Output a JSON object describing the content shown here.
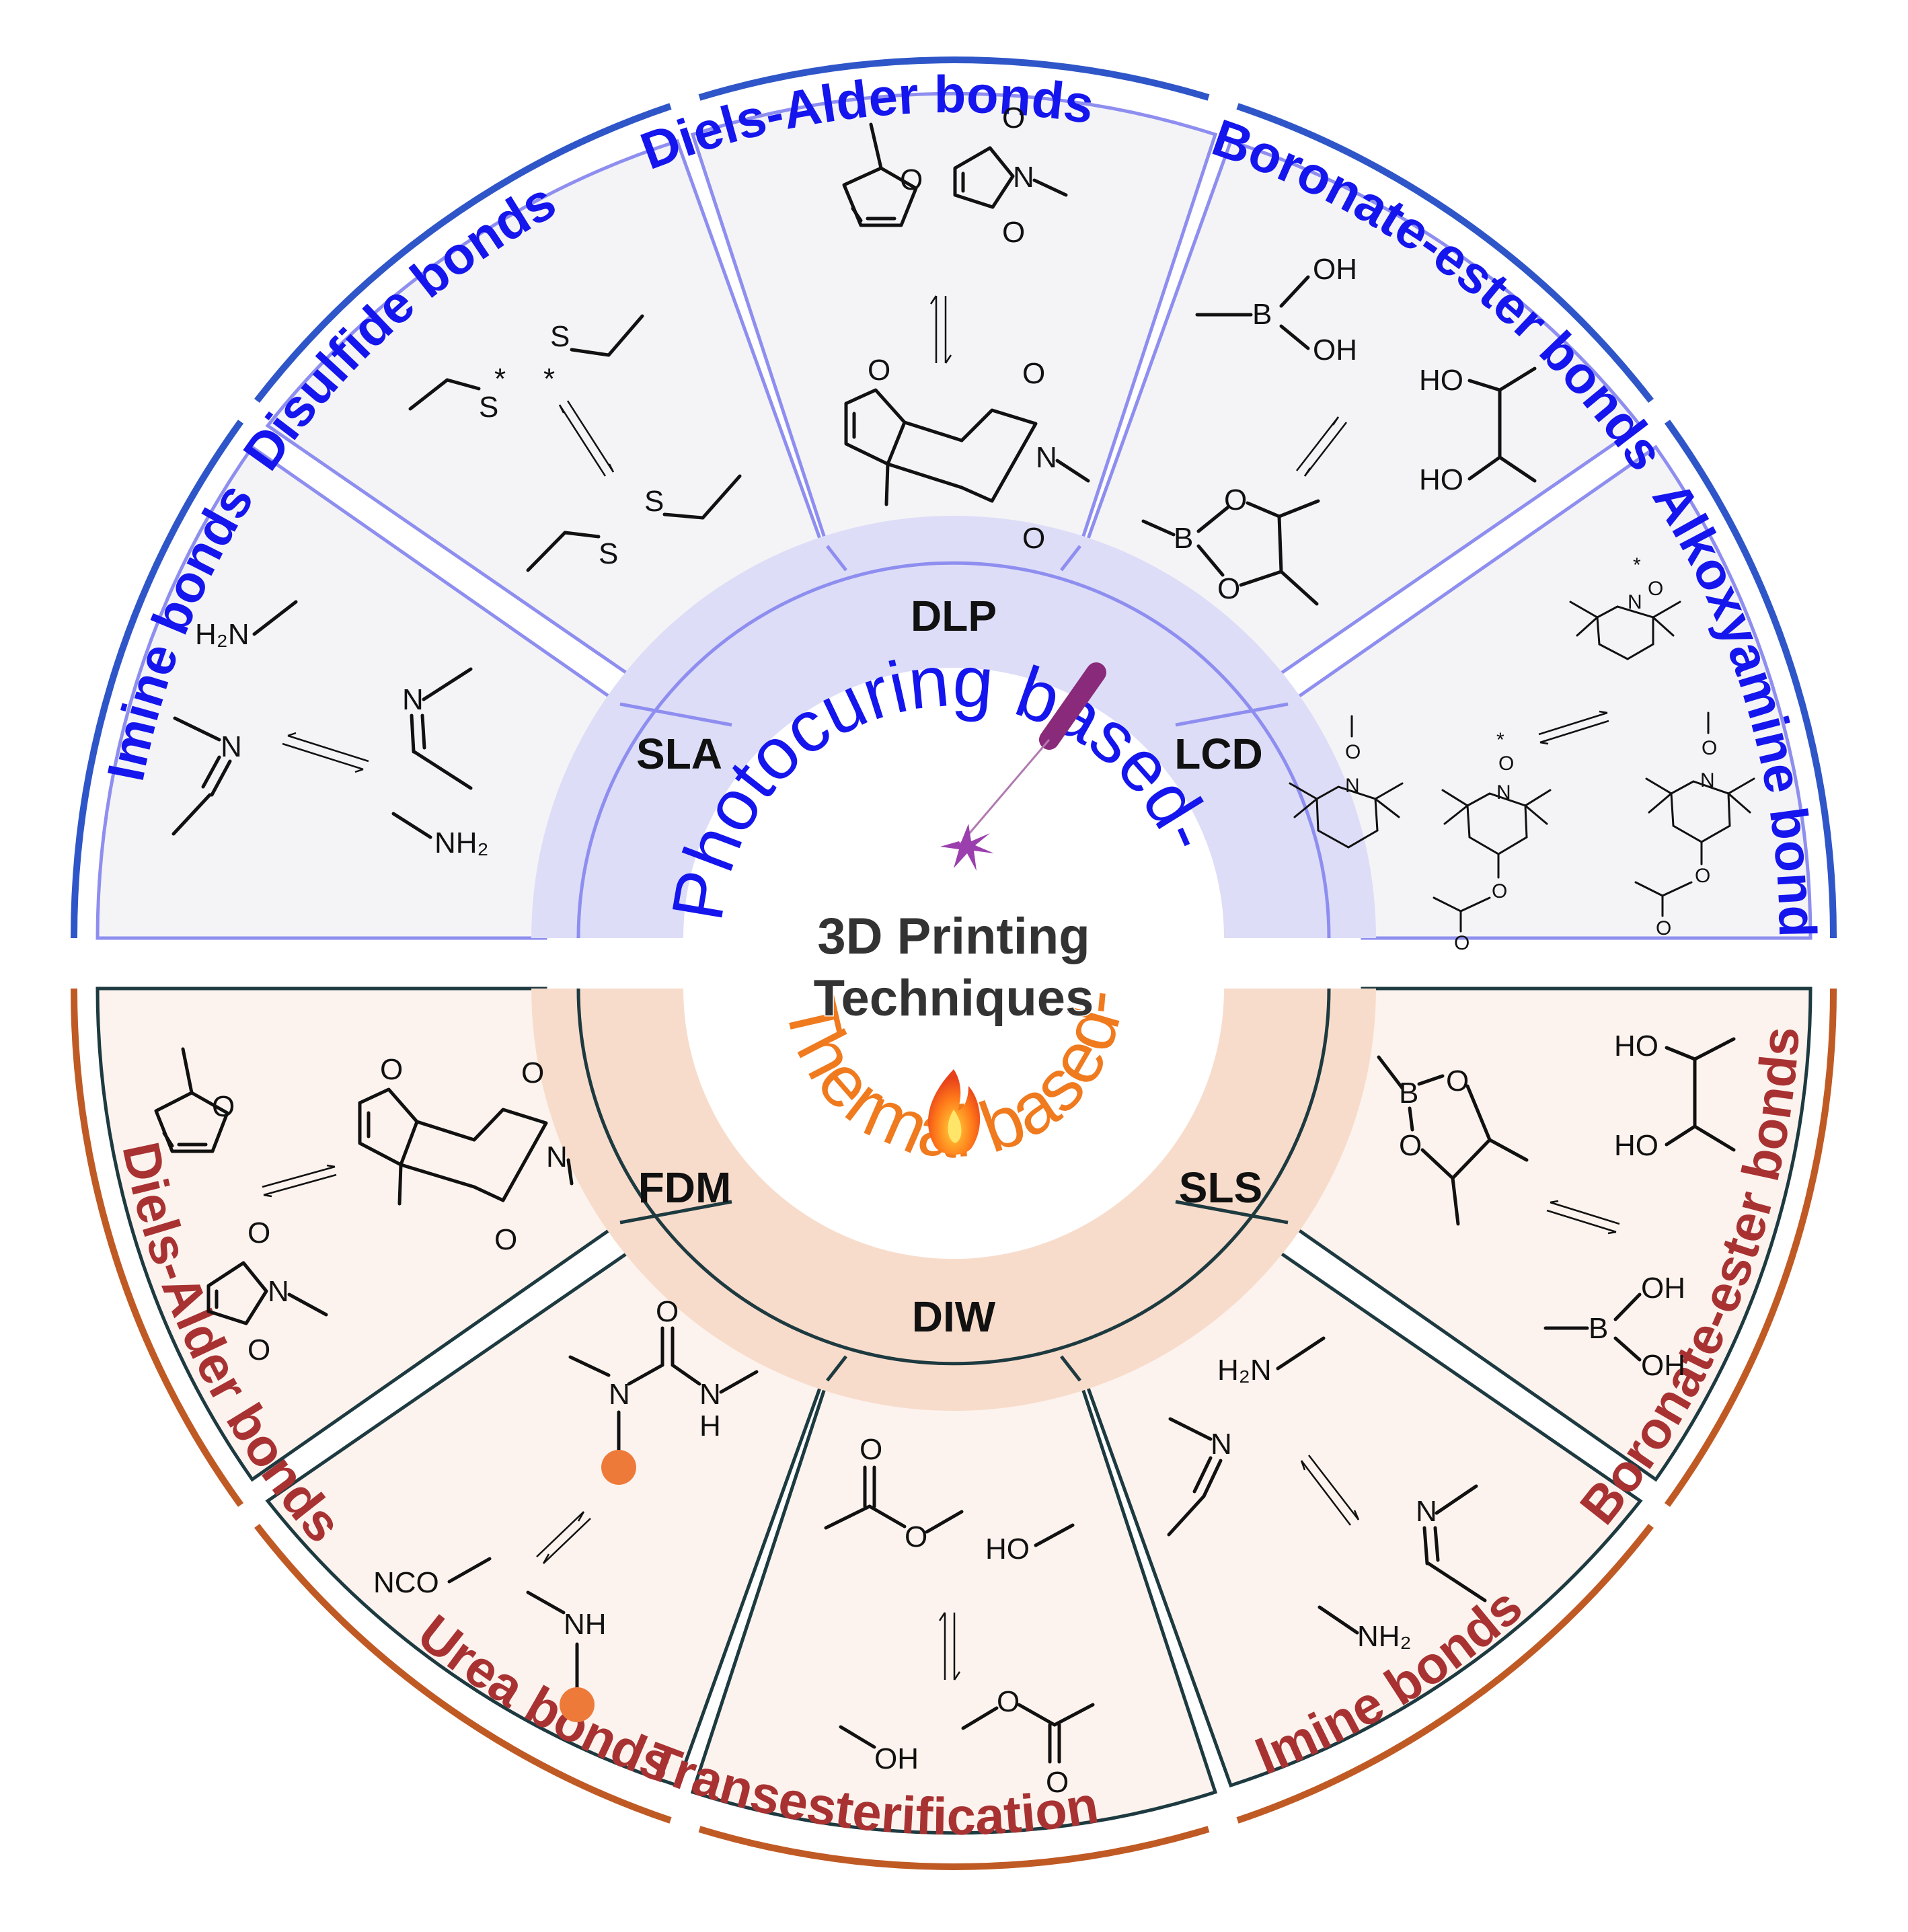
{
  "hub": {
    "line1": "3D Printing",
    "line2": "Techniques"
  },
  "photo": {
    "label": "Photocuring based-",
    "color": "#1515ee",
    "sector_fill": "#f4f4f6",
    "ring_fill": "#ddddf8",
    "border": "#8e8ef0",
    "arc_color": "#2f56c8",
    "techniques": [
      "SLA",
      "DLP",
      "LCD"
    ],
    "bonds": [
      "Imine  bonds",
      "Disulfide bonds",
      "Diels-Alder bonds",
      "Boronate-ester bonds",
      "Alkoxyamine bonds"
    ]
  },
  "thermal": {
    "label": "Thermal based-",
    "color": "#f07a1e",
    "sector_fill": "#fdf3ee",
    "ring_fill": "#f8dccb",
    "border": "#1d3a40",
    "arc_color": "#c05a24",
    "bond_label_color": "#a83232",
    "techniques": [
      "FDM",
      "DIW",
      "SLS"
    ],
    "bonds": [
      "Diels-Alder bonds",
      "Urea bonds",
      "Transesterification",
      "Imine bonds",
      "Boronate-ester bonds"
    ]
  },
  "chem": {
    "h2n": "H₂N",
    "nh2": "NH₂",
    "n": "N",
    "s": "S",
    "star": "*",
    "o": "O",
    "oh": "OH",
    "ho": "HO",
    "b": "B",
    "nco": "NCO",
    "nh": "NH",
    "h": "H"
  }
}
